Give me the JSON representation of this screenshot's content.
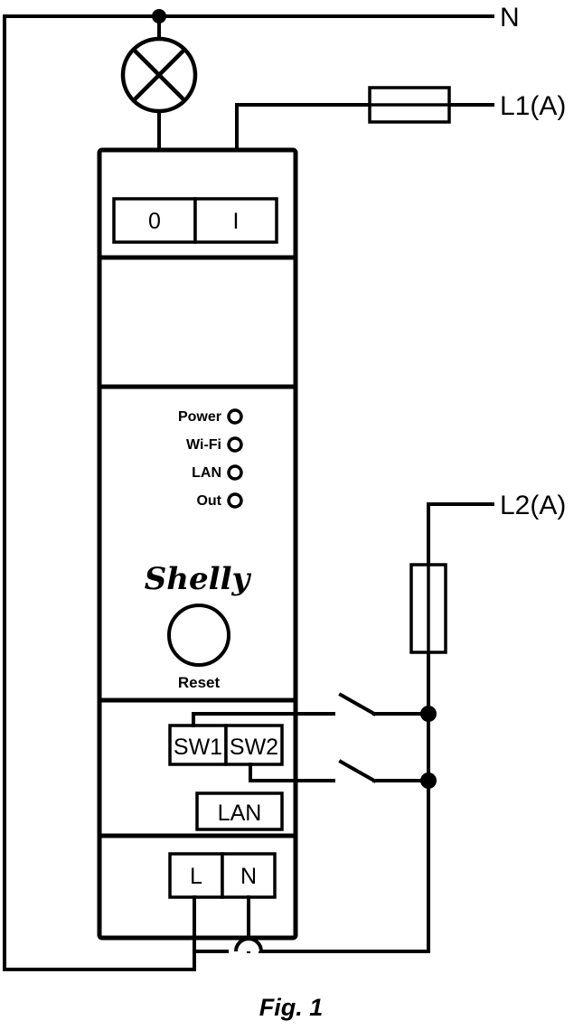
{
  "figure": {
    "caption": "Fig. 1",
    "device_brand": "Shelly"
  },
  "rails": {
    "neutral_label": "N",
    "line1_label": "L1(A)",
    "line2_label": "L2(A)"
  },
  "device": {
    "top_terminals": [
      {
        "name": "output-terminal-0",
        "label": "0"
      },
      {
        "name": "output-terminal-i",
        "label": "I"
      }
    ],
    "leds": [
      {
        "name": "power",
        "label": "Power"
      },
      {
        "name": "wifi",
        "label": "Wi-Fi"
      },
      {
        "name": "lan",
        "label": "LAN"
      },
      {
        "name": "out",
        "label": "Out"
      }
    ],
    "logo_text": "Shelly",
    "reset_label": "Reset",
    "switch_terminals": [
      {
        "name": "sw1",
        "label": "SW1"
      },
      {
        "name": "sw2",
        "label": "SW2"
      }
    ],
    "lan_terminal": {
      "name": "lan-port",
      "label": "LAN"
    },
    "power_terminals": [
      {
        "name": "line-terminal",
        "label": "L"
      },
      {
        "name": "neutral-terminal",
        "label": "N"
      }
    ]
  },
  "symbols": {
    "lamp": "lamp-symbol",
    "fuse_l1": "fuse-symbol-horizontal",
    "fuse_l2": "fuse-symbol-vertical",
    "switch_sw1": "switch-symbol-open",
    "switch_sw2": "switch-symbol-open",
    "wire_hop": "wire-crossing-hop"
  },
  "colors": {
    "line": "#000000",
    "background": "#ffffff"
  }
}
